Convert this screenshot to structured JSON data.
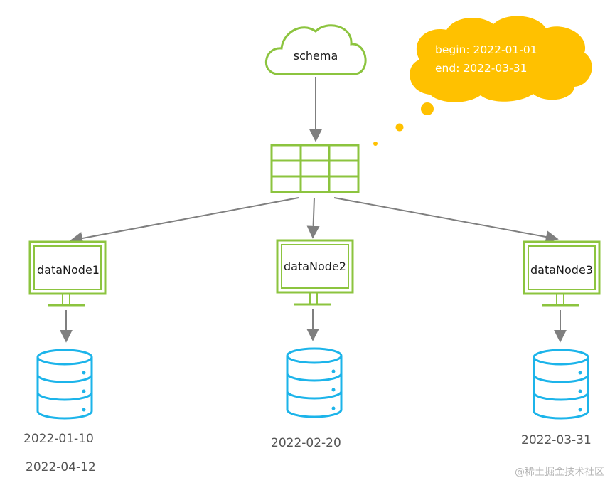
{
  "schema": {
    "label": "schema"
  },
  "bubble": {
    "begin": "begin: 2022-01-01",
    "end": "end: 2022-03-31"
  },
  "nodes": [
    {
      "label": "dataNode1",
      "dates": [
        "2022-01-10",
        "2022-04-12"
      ]
    },
    {
      "label": "dataNode2",
      "dates": [
        "2022-02-20"
      ]
    },
    {
      "label": "dataNode3",
      "dates": [
        "2022-03-31"
      ]
    }
  ],
  "watermark": "@稀土掘金技术社区",
  "colors": {
    "green": "#8cc43f",
    "blue": "#1cb4ea",
    "yellow": "#ffc100",
    "arrow": "#7f7f7f"
  }
}
